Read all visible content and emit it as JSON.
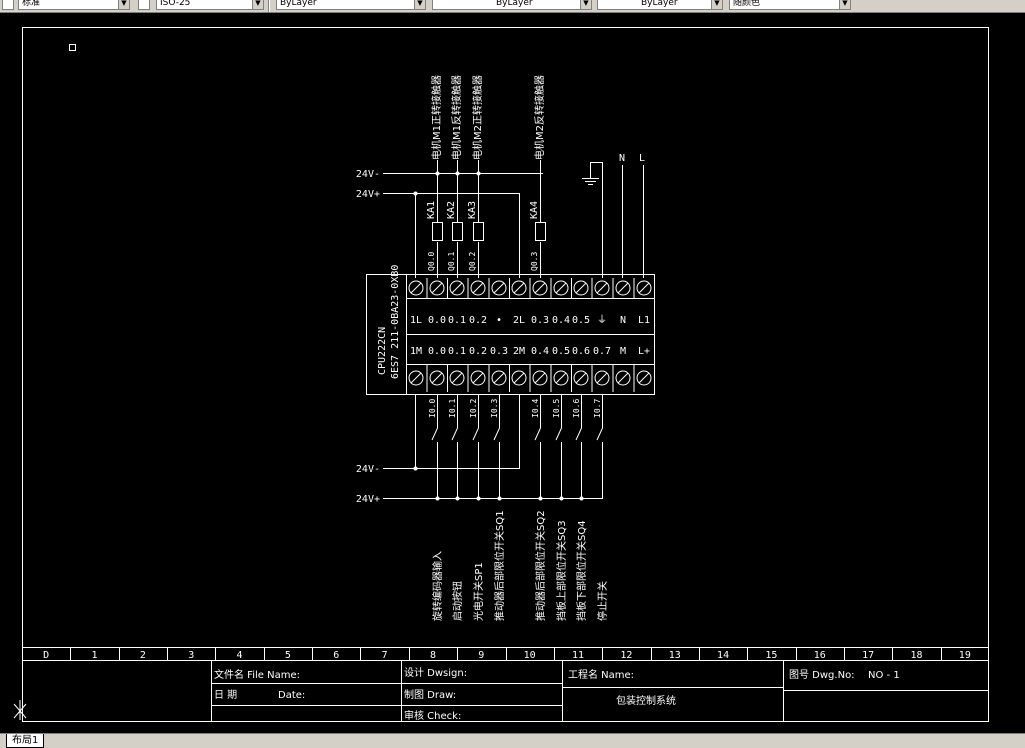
{
  "toolbar": {
    "combo1": "标准",
    "combo2": "ISO-25",
    "layer": "ByLayer",
    "linetype": "ByLayer",
    "lineweight": "ByLayer",
    "plotstyle": "随颜色"
  },
  "drawing": {
    "top_outputs": [
      "电机M1正转接触器",
      "电机M1反转接触器",
      "电机M2正转接触器",
      "电机M2反转接触器"
    ],
    "power_top": {
      "v_minus": "24V-",
      "v_plus": "24V+"
    },
    "coils": [
      "KA1",
      "KA2",
      "KA3",
      "KA4"
    ],
    "output_addrs": [
      "Q0.0",
      "Q0.1",
      "Q0.2",
      "Q0.3"
    ],
    "ground_label": "⏚",
    "supply": {
      "n": "N",
      "l": "L"
    },
    "plc_model": "CPU222CN",
    "plc_order": "6ES7 211-0BA23-0XB0",
    "upper_row": [
      "1L",
      "0.0",
      "0.1",
      "0.2",
      "•",
      "2L",
      "0.3",
      "0.4",
      "0.5",
      "⏚",
      "N",
      "L1"
    ],
    "lower_row": [
      "1M",
      "0.0",
      "0.1",
      "0.2",
      "0.3",
      "2M",
      "0.4",
      "0.5",
      "0.6",
      "0.7",
      "M",
      "L+"
    ],
    "input_addrs": [
      "I0.0",
      "I0.1",
      "I0.2",
      "I0.3",
      "I0.4",
      "I0.5",
      "I0.6",
      "I0.7"
    ],
    "power_bottom": {
      "v_minus": "24V-",
      "v_plus": "24V+"
    },
    "input_labels": [
      "旋转编码器输入",
      "启动按钮",
      "光电开关SP1",
      "推动器后部限位开关SQ1",
      "推动器后部限位开关SQ2",
      "挡板上部限位开关SQ3",
      "挡板下部限位开关SQ4",
      "停止开关"
    ]
  },
  "ruler": {
    "cells": [
      "D",
      "1",
      "2",
      "3",
      "4",
      "5",
      "6",
      "7",
      "8",
      "9",
      "10",
      "11",
      "12",
      "13",
      "14",
      "15",
      "16",
      "17",
      "18",
      "19"
    ]
  },
  "title_block": {
    "file_name": "文件名 File Name:",
    "date_cn": "日 期",
    "date_en": "Date:",
    "design": "设计 Dwsign:",
    "draw": "制图 Draw:",
    "check": "审核 Check:",
    "project_name": "工程名 Name:",
    "project_value": "包装控制系统",
    "dwg_no": "图号 Dwg.No:",
    "dwg_value": "NO - 1"
  },
  "status": {
    "layout_tab": "布局1"
  }
}
